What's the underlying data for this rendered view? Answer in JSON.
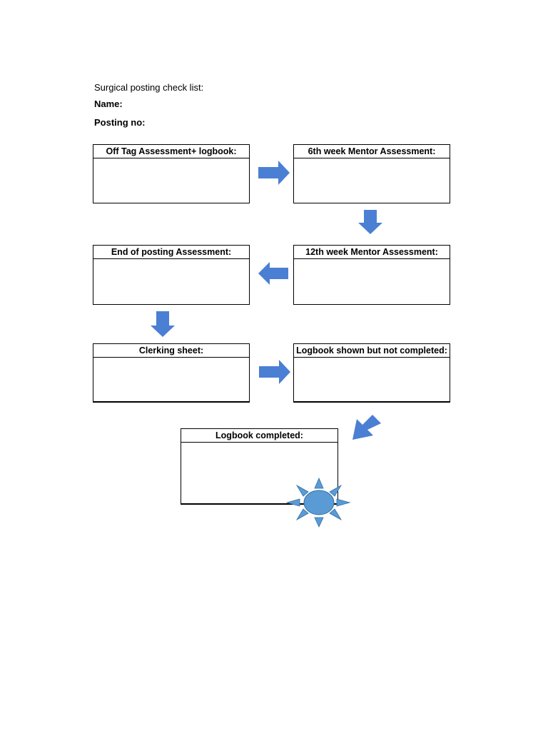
{
  "header": {
    "title": "Surgical posting check list:",
    "name_label": "Name:",
    "posting_label": "Posting no:"
  },
  "boxes": {
    "off_tag": "Off Tag Assessment+ logbook:",
    "sixth_week": "6th week Mentor Assessment:",
    "twelfth_week": "12th week Mentor Assessment:",
    "end_posting": "End of posting Assessment:",
    "clerking": "Clerking sheet:",
    "logbook_shown": "Logbook shown but not completed:",
    "logbook_completed": "Logbook completed:"
  },
  "colors": {
    "arrow_fill": "#4a7fd4",
    "sun_fill": "#5b9bd5",
    "sun_stroke": "#2e6da4"
  },
  "icons": {
    "arrow": "block-arrow-icon",
    "sun": "sun-icon"
  }
}
